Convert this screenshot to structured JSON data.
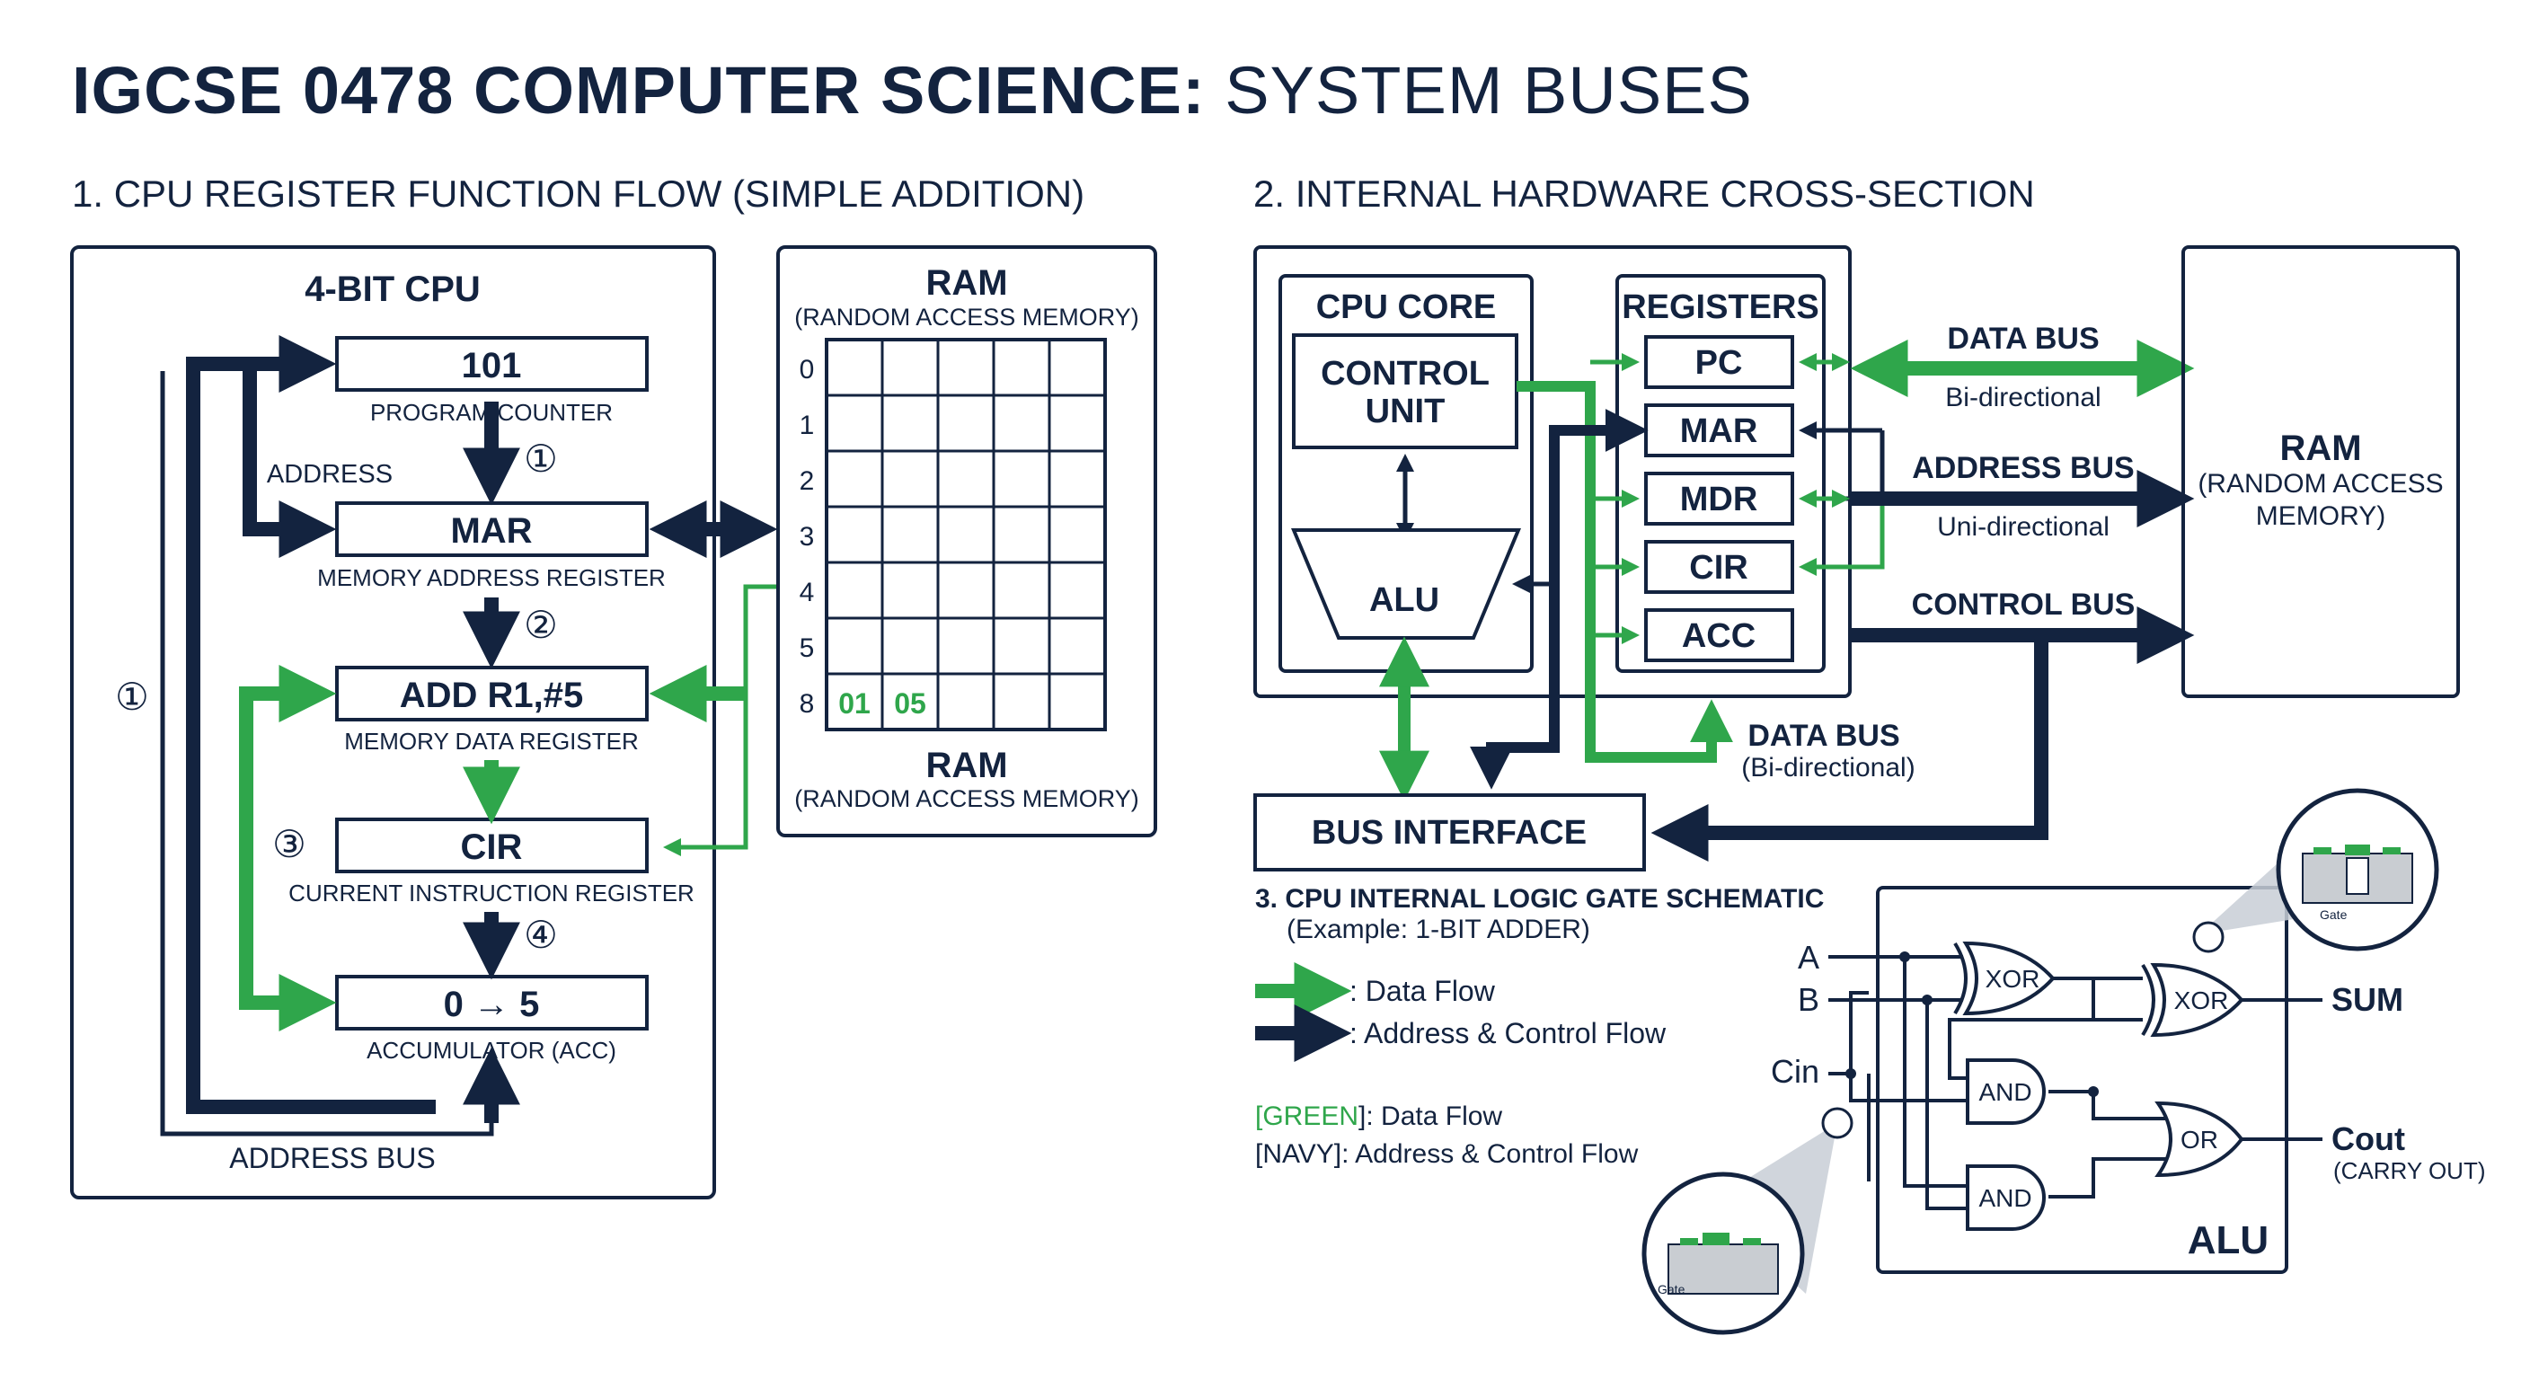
{
  "page": {
    "title_bold": "IGCSE 0478 COMPUTER SCIENCE:",
    "title_rest": "SYSTEM BUSES"
  },
  "section1": {
    "heading": "1. CPU REGISTER FUNCTION FLOW (SIMPLE ADDITION)",
    "cpu_title": "4-BIT CPU",
    "registers": [
      {
        "value": "101",
        "caption": "PROGRAM COUNTER"
      },
      {
        "value": "MAR",
        "caption": "MEMORY ADDRESS REGISTER"
      },
      {
        "value": "ADD R1,#5",
        "caption": "MEMORY DATA REGISTER"
      },
      {
        "value": "CIR",
        "caption": "CURRENT INSTRUCTION REGISTER"
      },
      {
        "value": "0 → 5",
        "caption": "ACCUMULATOR (ACC)"
      }
    ],
    "steps": [
      "①",
      "②",
      "③",
      "④"
    ],
    "left_step": "①",
    "address_label": "ADDRESS",
    "address_bus_label": "ADDRESS BUS",
    "ram": {
      "title": "RAM",
      "subtitle": "(RANDOM ACCESS MEMORY)",
      "rows": [
        "0",
        "1",
        "2",
        "3",
        "4",
        "5",
        "8"
      ],
      "cells": [
        "01",
        "05"
      ],
      "bottom_title": "RAM",
      "bottom_subtitle": "(RANDOM ACCESS MEMORY)"
    }
  },
  "section2": {
    "heading": "2. INTERNAL HARDWARE CROSS-SECTION",
    "cpu_core": "CPU CORE",
    "control_unit": [
      "CONTROL",
      "UNIT"
    ],
    "alu": "ALU",
    "registers_title": "REGISTERS",
    "registers": [
      "PC",
      "MAR",
      "MDR",
      "CIR",
      "ACC"
    ],
    "data_bus": {
      "name": "DATA BUS",
      "type": "Bi-directional"
    },
    "address_bus": {
      "name": "ADDRESS BUS",
      "type": "Uni-directional"
    },
    "control_bus": {
      "name": "CONTROL BUS"
    },
    "inner_data_bus": {
      "name": "DATA BUS",
      "type": "(Bi-directional)"
    },
    "ram": {
      "title": "RAM",
      "line1": "(RANDOM ACCESS",
      "line2": "MEMORY)"
    },
    "bus_interface": "BUS INTERFACE"
  },
  "section3": {
    "heading": "3. CPU INTERNAL LOGIC GATE SCHEMATIC",
    "subheading": "(Example: 1-BIT ADDER)",
    "legend": [
      {
        "text": ": Data Flow",
        "color": "#2fa64b"
      },
      {
        "text": ": Address & Control Flow",
        "color": "#13233f"
      }
    ],
    "key_green_tag": "[GREEN",
    "key_green_text": "]: Data Flow",
    "key_navy_text": "[NAVY]: Address & Control Flow",
    "inputs": [
      "A",
      "B",
      "Cin"
    ],
    "gates": [
      "XOR",
      "XOR",
      "AND",
      "AND",
      "OR"
    ],
    "sum": "SUM",
    "cout": "Cout",
    "cout_note": "(CARRY OUT)",
    "alu_label": "ALU",
    "gate_label": "Gate"
  },
  "colors": {
    "navy": "#13233f",
    "green": "#2fa64b"
  }
}
